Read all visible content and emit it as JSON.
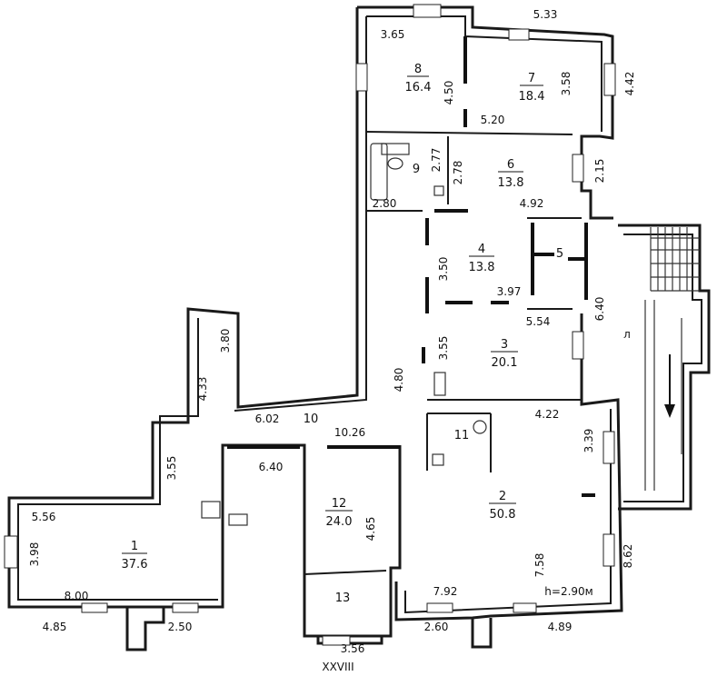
{
  "rooms": [
    {
      "id": "1",
      "number": "1",
      "area": "37.6"
    },
    {
      "id": "2",
      "number": "2",
      "area": "50.8"
    },
    {
      "id": "3",
      "number": "3",
      "area": "20.1"
    },
    {
      "id": "4",
      "number": "4",
      "area": "13.8"
    },
    {
      "id": "5",
      "number": "5",
      "area": ""
    },
    {
      "id": "6",
      "number": "6",
      "area": "13.8"
    },
    {
      "id": "7",
      "number": "7",
      "area": "18.4"
    },
    {
      "id": "8",
      "number": "8",
      "area": "16.4"
    },
    {
      "id": "9",
      "number": "9",
      "area": ""
    },
    {
      "id": "10",
      "number": "10",
      "area": ""
    },
    {
      "id": "11",
      "number": "11",
      "area": ""
    },
    {
      "id": "12",
      "number": "12",
      "area": "24.0"
    },
    {
      "id": "13",
      "number": "13",
      "area": ""
    }
  ],
  "dimensions": {
    "d_5_33": "5.33",
    "d_3_65": "3.65",
    "d_4_50": "4.50",
    "d_3_58": "3.58",
    "d_4_42": "4.42",
    "d_5_20": "5.20",
    "d_2_77": "2.77",
    "d_2_78": "2.78",
    "d_2_15": "2.15",
    "d_4_92": "4.92",
    "d_2_80": "2.80",
    "d_3_50": "3.50",
    "d_3_97": "3.97",
    "d_6_40_stair": "6.40",
    "d_5_54": "5.54",
    "d_3_80": "3.80",
    "d_3_55_room3": "3.55",
    "d_4_33": "4.33",
    "d_4_80": "4.80",
    "d_6_02": "6.02",
    "d_10_26": "10.26",
    "d_4_22": "4.22",
    "d_3_39": "3.39",
    "d_3_55_left": "3.55",
    "d_6_40": "6.40",
    "d_5_56": "5.56",
    "d_3_98": "3.98",
    "d_4_65": "4.65",
    "d_7_58": "7.58",
    "d_8_62": "8.62",
    "d_8_00": "8.00",
    "d_7_92": "7.92",
    "d_4_85": "4.85",
    "d_2_50": "2.50",
    "d_2_60": "2.60",
    "d_4_89": "4.89",
    "d_3_56": "3.56"
  },
  "labels": {
    "height": "h=2.90м",
    "stair_mark": "л",
    "axis_mark": "XXVIII"
  }
}
